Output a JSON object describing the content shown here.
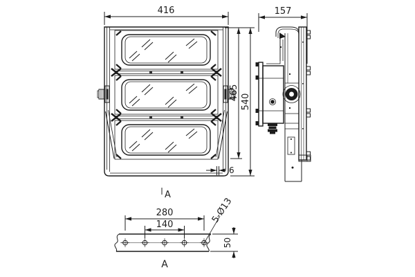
{
  "front_view": {
    "width_dim": "416",
    "body_height_dim": "465",
    "overall_height_dim": "540",
    "wall_thickness_dim": "6",
    "section_marker": "A"
  },
  "side_view": {
    "depth_dim": "157"
  },
  "mounting_view": {
    "outer_hole_span_dim": "280",
    "inner_hole_span_dim": "140",
    "holes_note": "5-Ø13",
    "plate_width_dim": "50",
    "section_label": "A"
  },
  "colors": {
    "line": "#1c1c1c",
    "hatch": "#6a5f5f",
    "background": "#ffffff"
  }
}
